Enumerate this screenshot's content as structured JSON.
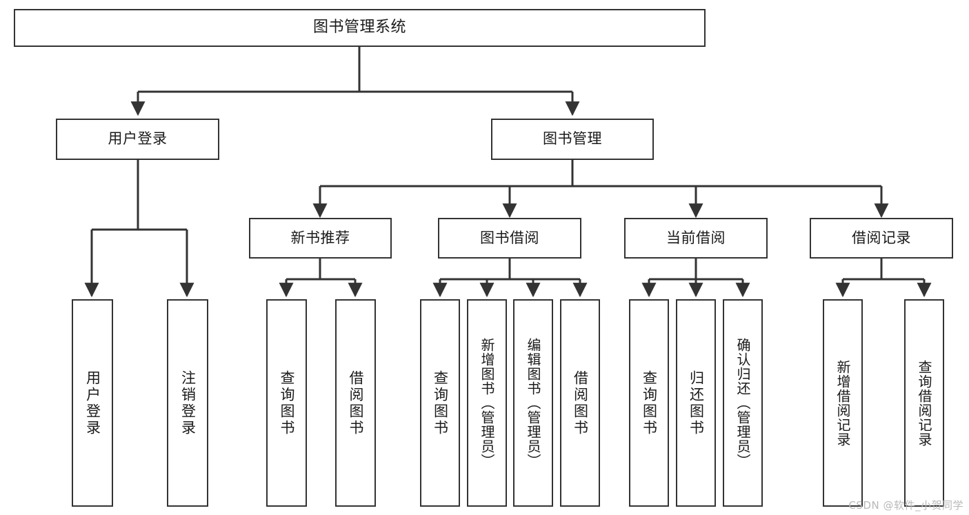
{
  "diagram": {
    "type": "tree",
    "title": "图书管理系统",
    "watermark": "CSDN @软件_小贺同学",
    "colors": {
      "stroke": "#333333",
      "box_fill": "#ffffff",
      "text": "#1a1a1a",
      "watermark": "#b8b8b8",
      "background": "#ffffff"
    },
    "nodes": {
      "root": {
        "label": "图书管理系统",
        "orientation": "horizontal"
      },
      "level1": [
        {
          "id": "user-login",
          "label": "用户登录",
          "orientation": "horizontal"
        },
        {
          "id": "book-manage",
          "label": "图书管理",
          "orientation": "horizontal"
        }
      ],
      "level2": [
        {
          "id": "new-book-recommend",
          "label": "新书推荐",
          "orientation": "horizontal"
        },
        {
          "id": "book-borrow",
          "label": "图书借阅",
          "orientation": "horizontal"
        },
        {
          "id": "current-borrow",
          "label": "当前借阅",
          "orientation": "horizontal"
        },
        {
          "id": "borrow-record",
          "label": "借阅记录",
          "orientation": "horizontal"
        }
      ],
      "leaves": [
        {
          "id": "leaf-user-login",
          "label": "用户登录",
          "parent": "user-login",
          "orientation": "vertical"
        },
        {
          "id": "leaf-user-logout",
          "label": "注销登录",
          "parent": "user-login",
          "orientation": "vertical"
        },
        {
          "id": "leaf-query-book-1",
          "label": "查询图书",
          "parent": "new-book-recommend",
          "orientation": "vertical"
        },
        {
          "id": "leaf-borrow-book-1",
          "label": "借阅图书",
          "parent": "new-book-recommend",
          "orientation": "vertical"
        },
        {
          "id": "leaf-query-book-2",
          "label": "查询图书",
          "parent": "book-borrow",
          "orientation": "vertical"
        },
        {
          "id": "leaf-add-book",
          "label": "新增图书（管理员）",
          "parent": "book-borrow",
          "orientation": "vertical"
        },
        {
          "id": "leaf-edit-book",
          "label": "编辑图书（管理员）",
          "parent": "book-borrow",
          "orientation": "vertical"
        },
        {
          "id": "leaf-borrow-book-2",
          "label": "借阅图书",
          "parent": "book-borrow",
          "orientation": "vertical"
        },
        {
          "id": "leaf-query-book-3",
          "label": "查询图书",
          "parent": "current-borrow",
          "orientation": "vertical"
        },
        {
          "id": "leaf-return-book",
          "label": "归还图书",
          "parent": "current-borrow",
          "orientation": "vertical"
        },
        {
          "id": "leaf-confirm-return",
          "label": "确认归还（管理员）",
          "parent": "current-borrow",
          "orientation": "vertical"
        },
        {
          "id": "leaf-add-record",
          "label": "新增借阅记录",
          "parent": "borrow-record",
          "orientation": "vertical"
        },
        {
          "id": "leaf-query-record",
          "label": "查询借阅记录",
          "parent": "borrow-record",
          "orientation": "vertical"
        }
      ]
    }
  }
}
